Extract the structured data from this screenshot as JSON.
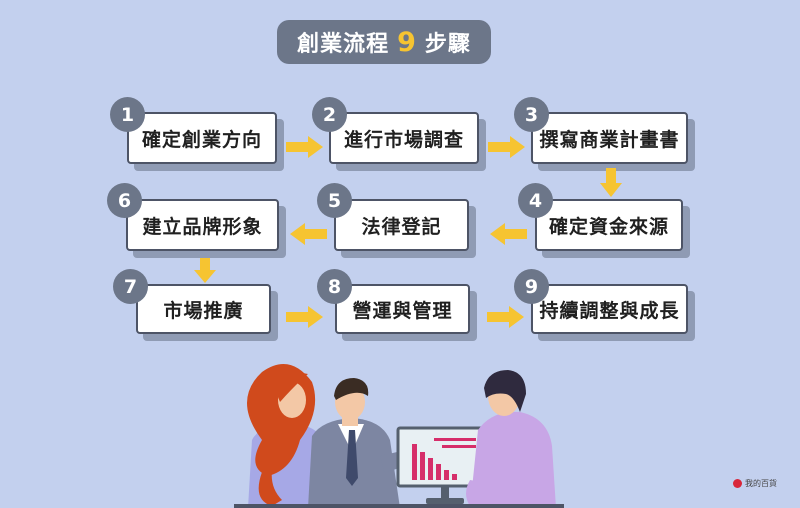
{
  "title": {
    "prefix": "創業流程",
    "number": "9",
    "suffix": "步驟"
  },
  "steps": [
    {
      "num": "1",
      "label": "確定創業方向"
    },
    {
      "num": "2",
      "label": "進行市場調查"
    },
    {
      "num": "3",
      "label": "撰寫商業計畫書"
    },
    {
      "num": "4",
      "label": "確定資金來源"
    },
    {
      "num": "5",
      "label": "法律登記"
    },
    {
      "num": "6",
      "label": "建立品牌形象"
    },
    {
      "num": "7",
      "label": "市場推廣"
    },
    {
      "num": "8",
      "label": "營運與管理"
    },
    {
      "num": "9",
      "label": "持續調整與成長"
    }
  ],
  "colors": {
    "background": "#c3d0ee",
    "pill": "#6c7689",
    "title_number": "#f6c431",
    "arrow": "#f6c431",
    "chart_bars": "#d62e6a"
  },
  "illustration": {
    "people": 3,
    "description_icon": "business-meeting-illustration"
  },
  "logo_text": "我的百貨"
}
